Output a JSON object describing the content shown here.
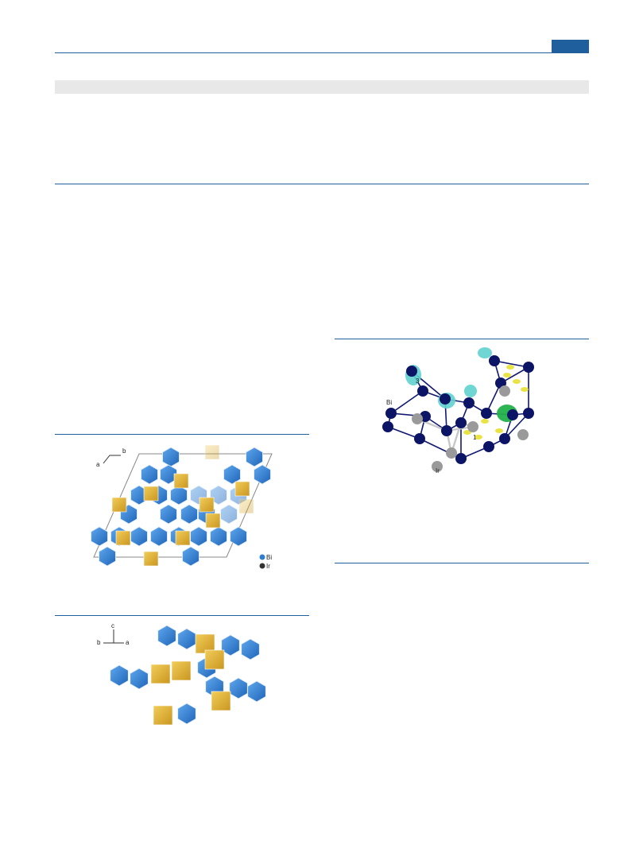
{
  "figure1": {
    "axis_b": "b",
    "axis_a": "a",
    "legend": [
      {
        "label": "Bi",
        "color": "#2f7fd0"
      },
      {
        "label": "Ir",
        "color": "#333333"
      }
    ]
  },
  "figure2": {
    "axis_c": "c",
    "axis_b": "b",
    "axis_a": "a"
  },
  "figure3": {
    "label_bi": "Bi",
    "label_ir": "Ir",
    "label_1": "1",
    "label_3": "3"
  },
  "colors": {
    "accent": "#1f5f9e",
    "bi_polyhedra": "#2f7fd0",
    "ir_cubes": "#e2b23a",
    "bi_atoms": "#0c1466",
    "ir_atoms": "#9a9a9a",
    "basin_cyan": "#5fd2cf",
    "basin_green": "#22b04a",
    "basin_yellow": "#e8e23a"
  }
}
